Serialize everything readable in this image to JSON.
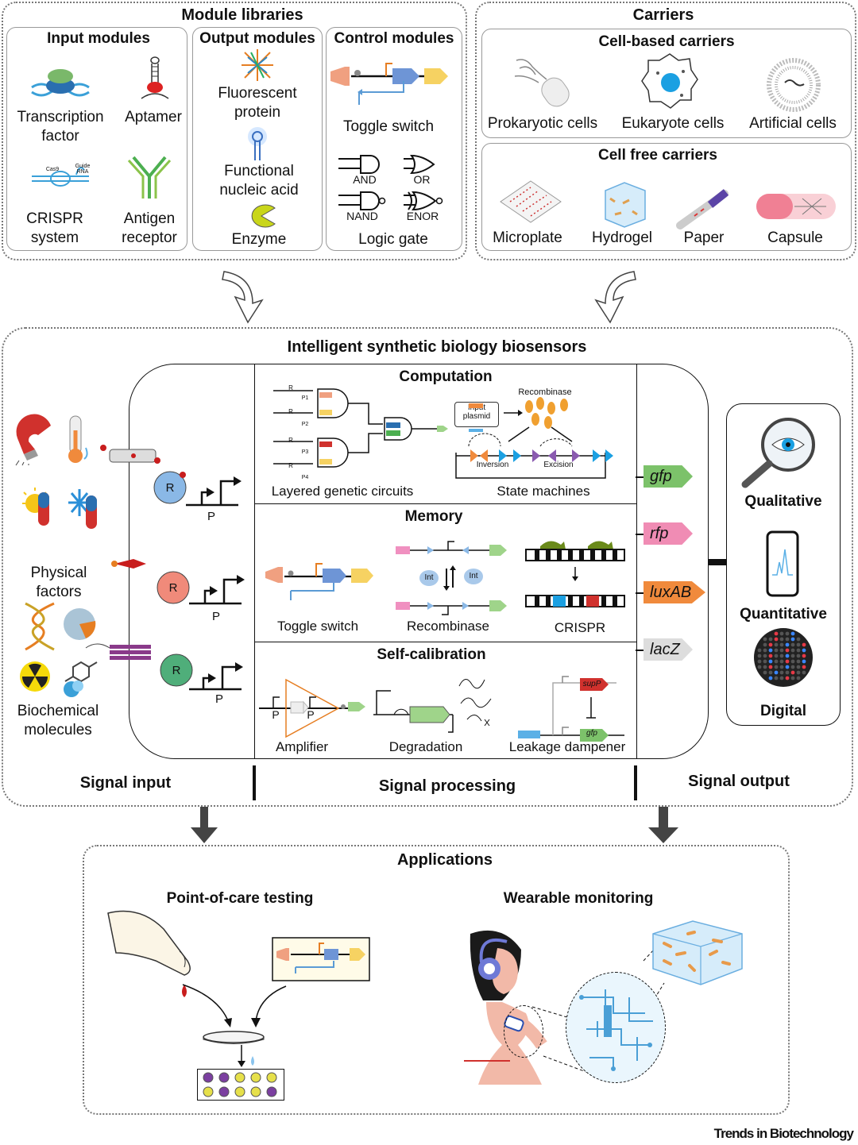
{
  "module_libraries": {
    "title": "Module libraries",
    "input_modules": {
      "title": "Input modules",
      "items": [
        "Transcription\nfactor",
        "Aptamer",
        "CRISPR\nsystem",
        "Antigen\nreceptor"
      ],
      "crispr_small": [
        "Cas9",
        "Guide\nRNA"
      ]
    },
    "output_modules": {
      "title": "Output modules",
      "items": [
        "Fluorescent\nprotein",
        "Functional\nnucleic acid",
        "Enzyme"
      ]
    },
    "control_modules": {
      "title": "Control modules",
      "toggle": "Toggle switch",
      "gates": [
        "AND",
        "OR",
        "NAND",
        "ENOR"
      ],
      "logic": "Logic gate"
    }
  },
  "carriers": {
    "title": "Carriers",
    "cell_based": {
      "title": "Cell-based carriers",
      "items": [
        "Prokaryotic cells",
        "Eukaryote cells",
        "Artificial cells"
      ]
    },
    "cell_free": {
      "title": "Cell free carriers",
      "items": [
        "Microplate",
        "Hydrogel",
        "Paper",
        "Capsule"
      ]
    }
  },
  "biosensors": {
    "title": "Intelligent synthetic biology biosensors",
    "input": {
      "physical": "Physical\nfactors",
      "biochemical": "Biochemical\nmolecules",
      "receptor": "R",
      "promoter": "P"
    },
    "computation": {
      "title": "Computation",
      "layered": "Layered genetic circuits",
      "state": "State machines",
      "recombinase": "Recombinase",
      "input_plasmid": "Input\nplasmid",
      "inversion": "Inversion",
      "excision": "Excision",
      "circuit_r": "R",
      "promoters": [
        "P1",
        "P2",
        "P3",
        "P4"
      ]
    },
    "memory": {
      "title": "Memory",
      "items": [
        "Toggle switch",
        "Recombinase",
        "CRISPR"
      ],
      "int": "Int"
    },
    "self_calibration": {
      "title": "Self-calibration",
      "items": [
        "Amplifier",
        "Degradation",
        "Leakage dampener"
      ],
      "p": "P",
      "genes": [
        "supP",
        "gfp"
      ]
    },
    "reporters": [
      "gfp",
      "rfp",
      "luxAB",
      "lacZ"
    ],
    "output": [
      "Qualitative",
      "Quantitative",
      "Digital"
    ],
    "stage_labels": [
      "Signal input",
      "Signal processing",
      "Signal output"
    ]
  },
  "applications": {
    "title": "Applications",
    "items": [
      "Point-of-care testing",
      "Wearable monitoring"
    ]
  },
  "footer": "Trends in Biotechnology",
  "colors": {
    "gfp": "#7cc26a",
    "rfp": "#f08cb4",
    "luxAB": "#f08a3c",
    "lacZ": "#dddddd",
    "receptor_blue": "#8ab8e6",
    "receptor_red": "#f08a7a",
    "receptor_green": "#4fae7a"
  }
}
